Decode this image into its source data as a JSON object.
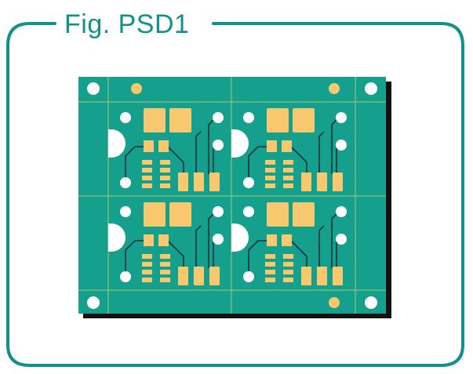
{
  "figure": {
    "title": "Fig. PSD1",
    "frame_color": "#14908a"
  },
  "board": {
    "panel_layout": {
      "columns": 2,
      "rows": 2
    },
    "colors": {
      "substrate": "#15a08e",
      "pad": "#f8c86e",
      "trace": "#11333a",
      "drill_hole": "#ffffff",
      "fiducial": "#f8c86e",
      "route_line": "#c6d871",
      "shadow": "#111111"
    }
  }
}
